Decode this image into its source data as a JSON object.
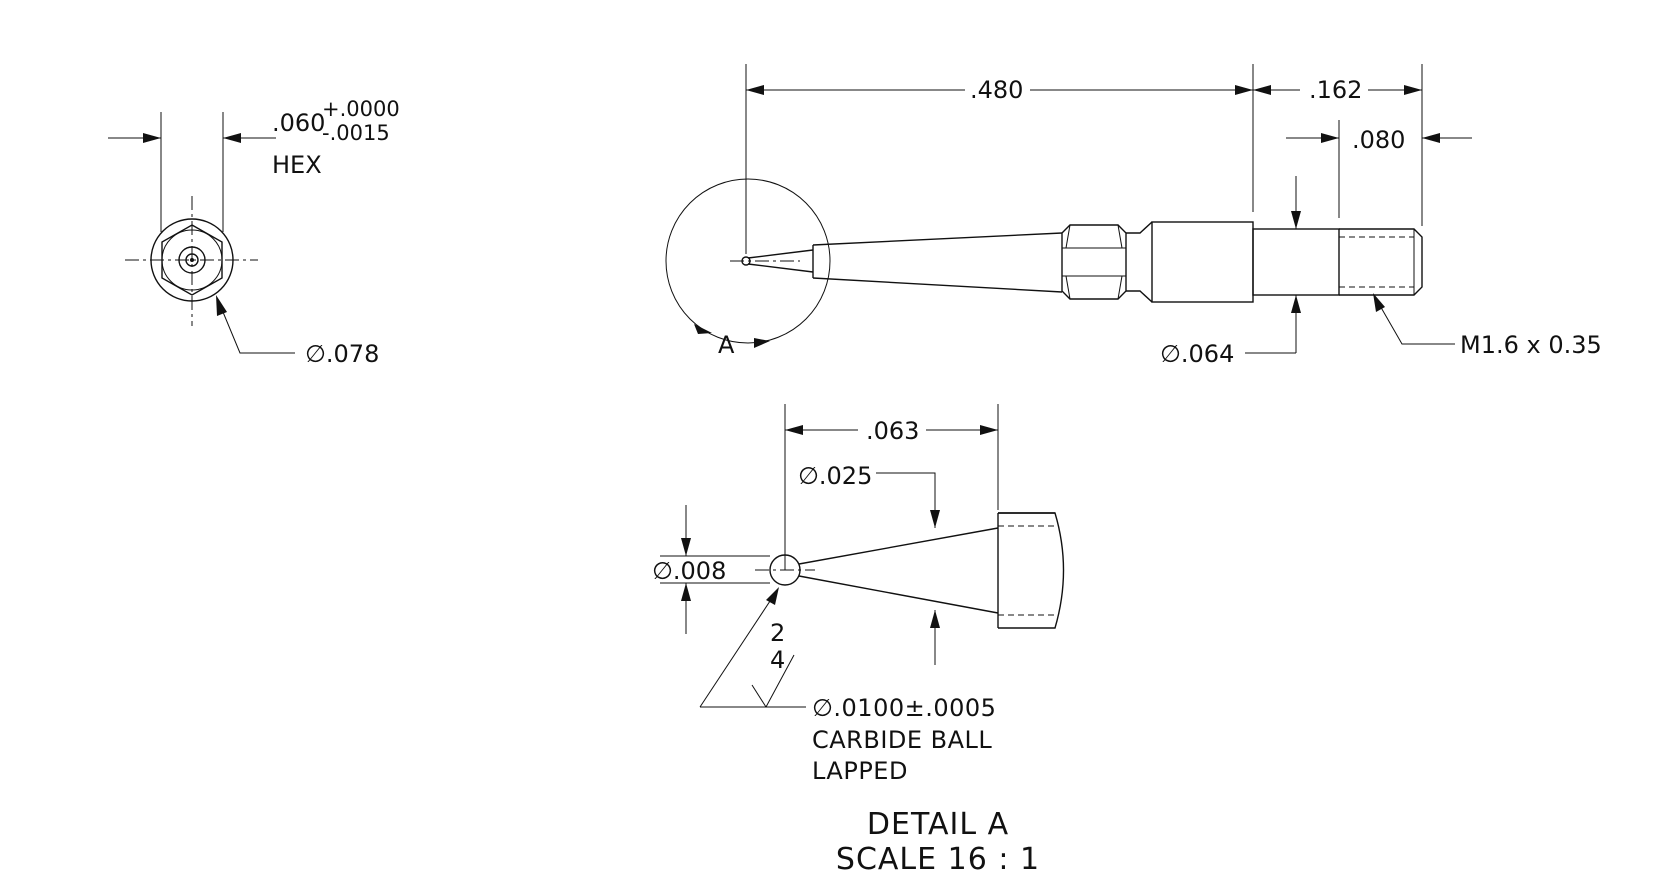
{
  "end_view": {
    "hex_size": ".060",
    "tol_plus": "+.0000",
    "tol_minus": "-.0015",
    "hex_label": "HEX",
    "dia_078": "∅.078"
  },
  "side_view": {
    "dim_480": ".480",
    "dim_162": ".162",
    "dim_080": ".080",
    "detail_label": "A",
    "dia_064": "∅.064",
    "thread": "M1.6 x 0.35"
  },
  "detail": {
    "dim_063": ".063",
    "dia_025": "∅.025",
    "dia_008": "∅.008",
    "finish_top": "2",
    "finish_bottom": "4",
    "ball_dia": "∅.0100±.0005",
    "ball_material": "CARBIDE BALL",
    "ball_finish": "LAPPED",
    "title": "DETAIL A",
    "scale": "SCALE 16 : 1"
  }
}
